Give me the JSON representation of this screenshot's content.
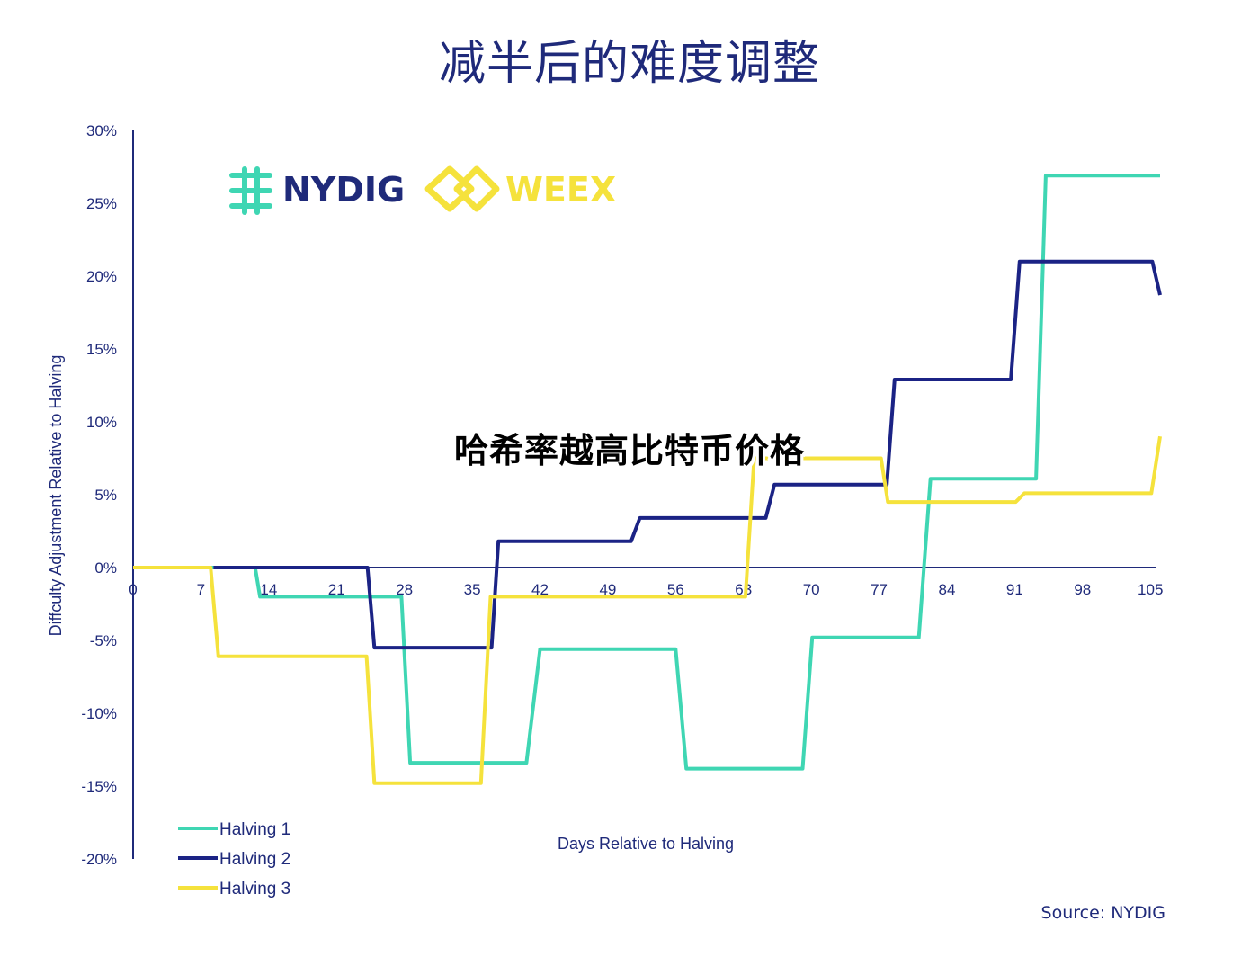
{
  "header": {
    "title": "减半后的难度调整",
    "overlay": "哈希率越高比特币价格",
    "source": "Source: NYDIG"
  },
  "logos": {
    "nydig": "NYDIG",
    "weex": "WEEX"
  },
  "colors": {
    "halving1": "#3fd6b3",
    "halving2": "#1b2385",
    "halving3": "#f5e23c",
    "axis": "#1f2a7a"
  },
  "chart_data": {
    "type": "line",
    "title": "减半后的难度调整",
    "xlabel": "Days Relative to Halving",
    "ylabel": "Diffculty Adjustment Relative to Halving",
    "xlim": [
      0,
      106
    ],
    "ylim": [
      -20,
      30
    ],
    "x_ticks": [
      0,
      7,
      14,
      21,
      28,
      35,
      42,
      49,
      56,
      63,
      70,
      77,
      84,
      91,
      98,
      105
    ],
    "x_tick_labels": [
      "0",
      "7",
      "14",
      "21",
      "28",
      "35",
      "42",
      "49",
      "56",
      "63",
      "70",
      "77",
      "84",
      "91",
      "98",
      "105"
    ],
    "y_ticks": [
      30,
      25,
      20,
      15,
      10,
      5,
      0,
      -5,
      -10,
      -15,
      -20
    ],
    "y_tick_labels": [
      "30%",
      "25%",
      "20%",
      "15%",
      "10%",
      "5%",
      "0%",
      "-5%",
      "-10%",
      "-15%",
      "-20%"
    ],
    "grid": false,
    "legend_position": "bottom-left",
    "series": [
      {
        "name": "Halving 1",
        "color": "#3fd6b3",
        "points": [
          [
            0,
            0
          ],
          [
            12.6,
            0
          ],
          [
            13.1,
            -2
          ],
          [
            27.7,
            -2
          ],
          [
            28.6,
            -13.4
          ],
          [
            40.6,
            -13.4
          ],
          [
            42.0,
            -5.6
          ],
          [
            56.0,
            -5.6
          ],
          [
            57.1,
            -13.8
          ],
          [
            69.1,
            -13.8
          ],
          [
            70.1,
            -4.8
          ],
          [
            81.1,
            -4.8
          ],
          [
            82.3,
            6.1
          ],
          [
            93.2,
            6.1
          ],
          [
            94.2,
            26.9
          ],
          [
            106,
            26.9
          ]
        ]
      },
      {
        "name": "Halving 2",
        "color": "#1b2385",
        "points": [
          [
            8.3,
            0
          ],
          [
            24.2,
            0
          ],
          [
            24.9,
            -5.5
          ],
          [
            37.0,
            -5.5
          ],
          [
            37.7,
            1.8
          ],
          [
            51.4,
            1.8
          ],
          [
            52.3,
            3.4
          ],
          [
            65.3,
            3.4
          ],
          [
            66.2,
            5.7
          ],
          [
            77.8,
            5.7
          ],
          [
            78.6,
            12.9
          ],
          [
            90.6,
            12.9
          ],
          [
            91.5,
            21.0
          ],
          [
            105.2,
            21.0
          ],
          [
            106,
            18.7
          ]
        ]
      },
      {
        "name": "Halving 3",
        "color": "#f5e23c",
        "points": [
          [
            0,
            0
          ],
          [
            8.0,
            0
          ],
          [
            8.8,
            -6.1
          ],
          [
            24.1,
            -6.1
          ],
          [
            24.9,
            -14.8
          ],
          [
            35.9,
            -14.8
          ],
          [
            36.9,
            -2.0
          ],
          [
            63.2,
            -2.0
          ],
          [
            64.1,
            7.5
          ],
          [
            77.2,
            7.5
          ],
          [
            77.9,
            4.5
          ],
          [
            91.1,
            4.5
          ],
          [
            92.0,
            5.1
          ],
          [
            105.1,
            5.1
          ],
          [
            106,
            9.0
          ]
        ]
      }
    ]
  }
}
